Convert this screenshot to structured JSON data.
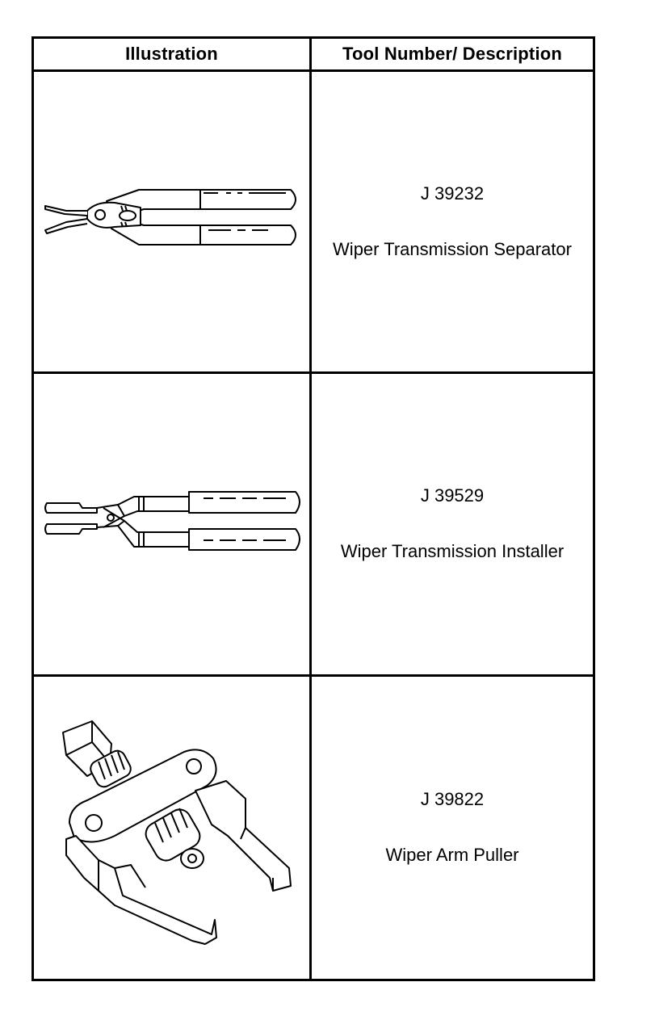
{
  "table": {
    "header": {
      "illustration": "Illustration",
      "description": "Tool Number/ Description"
    },
    "rows": [
      {
        "tool_number": "J 39232",
        "description": "Wiper Transmission Separator",
        "illustration_icon": "pliers-separator-icon"
      },
      {
        "tool_number": "J 39529",
        "description": "Wiper Transmission Installer",
        "illustration_icon": "pliers-installer-icon"
      },
      {
        "tool_number": "J 39822",
        "description": "Wiper Arm Puller",
        "illustration_icon": "arm-puller-icon"
      }
    ]
  },
  "colors": {
    "line": "#000000",
    "background": "#ffffff"
  }
}
